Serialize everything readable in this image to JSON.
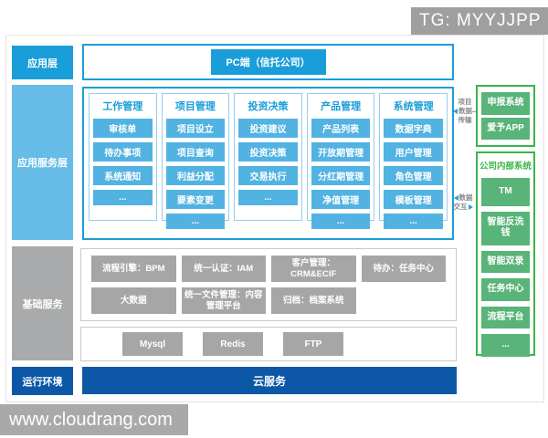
{
  "badge": {
    "text": "TG: MYYJJPP"
  },
  "watermark": {
    "text": "www.cloudrang.com"
  },
  "layers": {
    "app": "应用层",
    "app_service": "应用服务层",
    "basic": "基础服务",
    "runtime": "运行环境"
  },
  "app_layer": {
    "pc_label": "PC端（信托公司）"
  },
  "service_columns": [
    {
      "title": "工作管理",
      "items": [
        "审核单",
        "待办事项",
        "系统通知",
        "..."
      ]
    },
    {
      "title": "项目管理",
      "items": [
        "项目设立",
        "项目查询",
        "利益分配",
        "要素变更",
        "..."
      ]
    },
    {
      "title": "投资决策",
      "items": [
        "投资建议",
        "投资决策",
        "交易执行",
        "..."
      ]
    },
    {
      "title": "产品管理",
      "items": [
        "产品列表",
        "开放期管理",
        "分红期管理",
        "净值管理",
        "..."
      ]
    },
    {
      "title": "系统管理",
      "items": [
        "数据字典",
        "用户管理",
        "角色管理",
        "模板管理",
        "..."
      ]
    }
  ],
  "connectors": [
    {
      "label": "项目数据传输",
      "lines": [
        "项目",
        "数据",
        "传输"
      ],
      "direction": "left"
    },
    {
      "label": "数据交互",
      "lines": [
        "数据",
        "交互"
      ],
      "direction": "both"
    }
  ],
  "basic_services": {
    "row1": [
      "流程引擎：BPM",
      "统一认证：IAM",
      "客户管理：CRM&ECIF",
      "待办：任务中心"
    ],
    "row2": [
      "大数据",
      "统一文件管理：内容管理平台",
      "归档：档案系统"
    ]
  },
  "databases": [
    "Mysql",
    "Redis",
    "FTP"
  ],
  "cloud": {
    "label": "云服务"
  },
  "right_panel": {
    "external_items": [
      "申报系统",
      "爱予APP"
    ],
    "internal_title": "公司内部系统",
    "internal_items": [
      "TM",
      "智能反洗钱",
      "智能双录",
      "任务中心",
      "流程平台",
      "..."
    ]
  },
  "colors": {
    "accent_blue": "#1a9ed9",
    "light_blue": "#52b3e2",
    "layer_light_blue": "#66bbe7",
    "gray": "#a6a6a6",
    "navy": "#0d57a7",
    "green_border": "#3bb54a",
    "green_button": "#58b478"
  }
}
